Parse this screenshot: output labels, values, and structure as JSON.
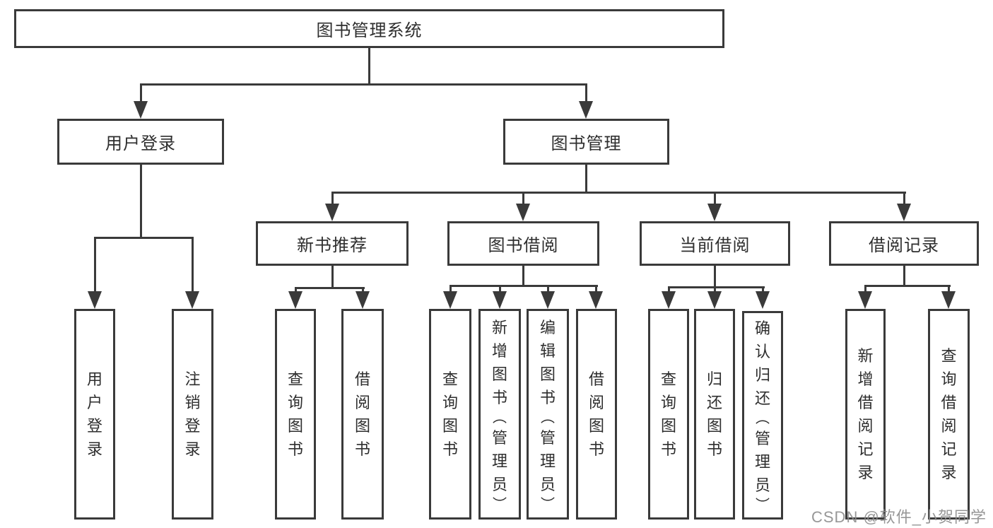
{
  "nodes": {
    "root": "图书管理系统",
    "level2": [
      "用户登录",
      "图书管理"
    ],
    "level3": [
      "新书推荐",
      "图书借阅",
      "当前借阅",
      "借阅记录"
    ],
    "leaves": [
      "用户登录",
      "注销登录",
      "查询图书",
      "借阅图书",
      "查询图书",
      "新增图书（管理员）",
      "编辑图书（管理员）",
      "借阅图书",
      "查询图书",
      "归还图书",
      "确认归还（管理员）",
      "新增借阅记录",
      "查询借阅记录"
    ]
  },
  "hierarchy": {
    "图书管理系统": [
      "用户登录",
      "图书管理"
    ],
    "用户登录": [
      "用户登录",
      "注销登录"
    ],
    "图书管理": [
      "新书推荐",
      "图书借阅",
      "当前借阅",
      "借阅记录"
    ],
    "新书推荐": [
      "查询图书",
      "借阅图书"
    ],
    "图书借阅": [
      "查询图书",
      "新增图书（管理员）",
      "编辑图书（管理员）",
      "借阅图书"
    ],
    "当前借阅": [
      "查询图书",
      "归还图书",
      "确认归还（管理员）"
    ],
    "借阅记录": [
      "新增借阅记录",
      "查询借阅记录"
    ]
  },
  "watermark": "CSDN @软件_小贺同学",
  "colors": {
    "line": "#3a3a3a",
    "text": "#2e2e2e",
    "background": "#ffffff",
    "watermark": "#8c8c8c"
  }
}
